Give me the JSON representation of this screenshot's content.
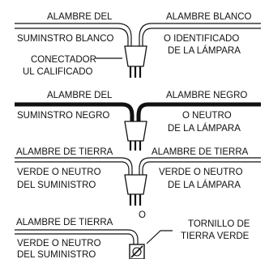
{
  "section_1": {
    "supply_label_line1": "ALAMBRE DEL",
    "supply_label_line2": "SUMINSTRO BLANCO",
    "lamp_label_line1": "ALAMBRE BLANCO",
    "lamp_label_line2": "O IDENTIFICADO",
    "lamp_label_line3": "DE LA LÁMPARA",
    "connector_label_line1": "CONECTADOR",
    "connector_label_line2": "UL CALIFICADO"
  },
  "section_2": {
    "supply_label_line1": "ALAMBRE DEL",
    "supply_label_line2": "SUMINSTRO NEGRO",
    "lamp_label_line1": "ALAMBRE NEGRO",
    "lamp_label_line2": "O NEUTRO",
    "lamp_label_line3": "DE LA LÁMPARA"
  },
  "section_3": {
    "supply_label_line1": "ALAMBRE DE TIERRA",
    "supply_label_line2": "VERDE O NEUTRO",
    "supply_label_line3": "DEL SUMINISTRO",
    "lamp_label_line1": "ALAMBRE DE TIERRA",
    "lamp_label_line2": "VERDE O NEUTRO",
    "lamp_label_line3": "DE LA LÁMPARA",
    "or_label": "O"
  },
  "section_4": {
    "supply_label_line1": "ALAMBRE DE TIERRA",
    "supply_label_line2": "VERDE O NEUTRO",
    "supply_label_line3": "DEL SUMINISTRO",
    "screw_label_line1": "TORNILLO DE",
    "screw_label_line2": "TIERRA VERDE"
  }
}
